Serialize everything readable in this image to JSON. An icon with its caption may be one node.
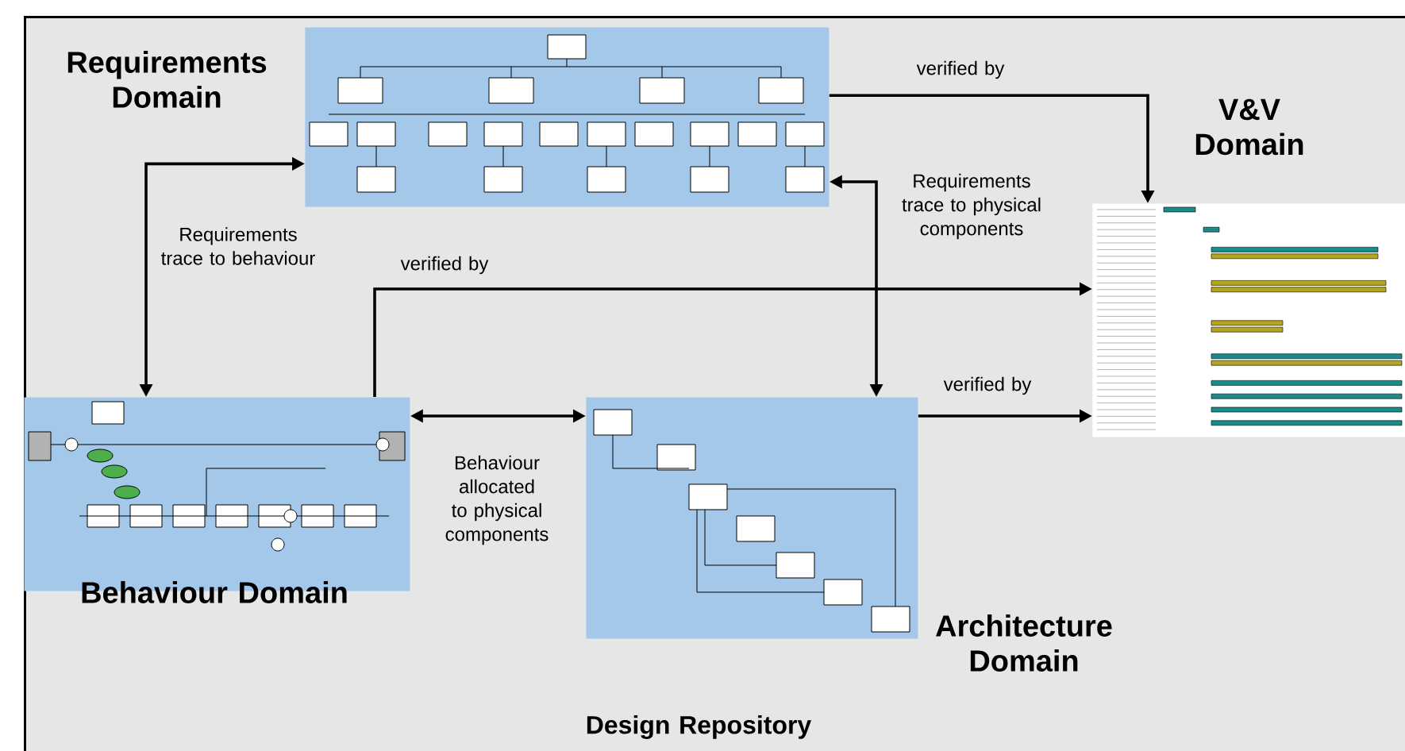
{
  "diagram": {
    "nodes": [
      {
        "text": [
          "Design Repository"
        ]
      },
      {
        "text": [
          "Requirements Domain"
        ],
        "in": 0
      },
      {
        "text": [
          "V&V Domain"
        ],
        "in": 0
      },
      {
        "text": [
          "Behaviour Domain"
        ],
        "in": 0
      },
      {
        "text": [
          "Architecture Domain"
        ],
        "in": 0
      }
    ],
    "edges": [
      {
        "from": 1,
        "to": 2,
        "arrow": "to",
        "label": "verified by"
      },
      {
        "from": 1,
        "to": 3,
        "arrow": "both",
        "label": "Requirements trace to behaviour"
      },
      {
        "from": 1,
        "to": 4,
        "arrow": "both",
        "label": "Requirements trace to physical components"
      },
      {
        "from": 3,
        "to": 2,
        "arrow": "to",
        "label": "verified by"
      },
      {
        "from": 3,
        "to": 4,
        "arrow": "both",
        "label": "Behaviour allocated to physical components"
      },
      {
        "from": 4,
        "to": 2,
        "arrow": "to",
        "label": "verified by"
      }
    ]
  }
}
